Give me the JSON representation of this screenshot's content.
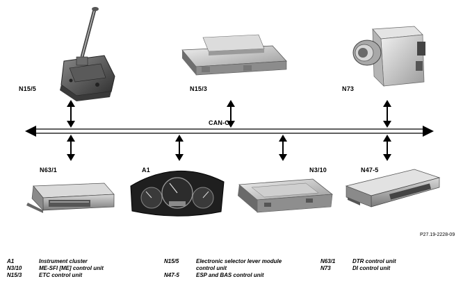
{
  "diagram": {
    "bus_label": "CAN-C",
    "units_top": [
      {
        "code": "N15/5"
      },
      {
        "code": "N15/3"
      },
      {
        "code": "N73"
      }
    ],
    "units_bottom": [
      {
        "code": "N63/1"
      },
      {
        "code": "A1"
      },
      {
        "code": "N3/10"
      },
      {
        "code": "N47-5"
      }
    ],
    "reference": "P27.19-2228-09"
  },
  "legend": {
    "col1": [
      {
        "code": "A1",
        "text": "Instrument cluster"
      },
      {
        "code": "N3/10",
        "text": "ME-SFI [ME] control unit"
      },
      {
        "code": "N15/3",
        "text": "ETC control unit"
      }
    ],
    "col2": [
      {
        "code": "N15/5",
        "text": "Electronic selector lever module"
      },
      {
        "code": "",
        "text": "control unit"
      },
      {
        "code": "N47-5",
        "text": "ESP and BAS control unit"
      }
    ],
    "col3": [
      {
        "code": "N63/1",
        "text": "DTR control unit"
      },
      {
        "code": "N73",
        "text": "DI control unit"
      }
    ]
  }
}
